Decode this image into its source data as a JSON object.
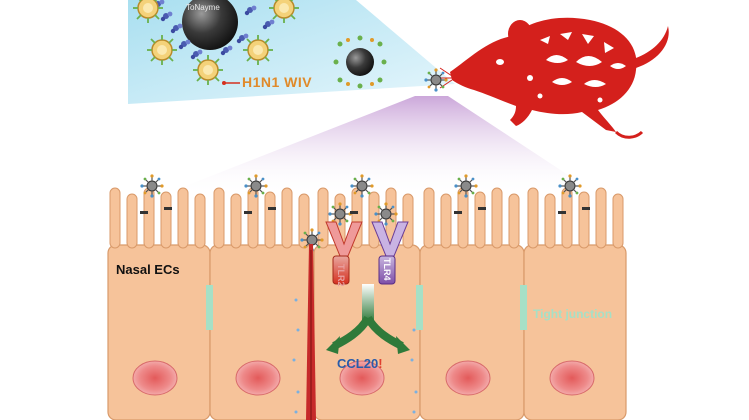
{
  "labels": {
    "nanoparticle": "ToNayme",
    "virus": "H1N1 WIV",
    "cells": "Nasal ECs",
    "tight_junction": "Tight junction",
    "receptor_a": "TLR2",
    "receptor_b": "TLR4",
    "chemokine": "CCL20",
    "chemokine_mark": "!"
  },
  "colors": {
    "cell_fill": "#f6c39a",
    "cell_stroke": "#d99a6a",
    "nucleus_outer": "#f0a0a0",
    "nucleus_inner": "#e06565",
    "rat": "#d4201c",
    "callout": "#a9dff0",
    "mucosa_glow": "#c9a3d8",
    "tight_junction": "#a6e0c6",
    "tlr2": "#d5301f",
    "tlr4": "#7e4fa8",
    "ccl20_arrow": "#2f7a3a",
    "particle": "#444444"
  },
  "icons": [
    "nanoparticle-complex-icon",
    "virus-particle-icon",
    "rat-icon",
    "receptor-icon",
    "arrow-icon"
  ]
}
